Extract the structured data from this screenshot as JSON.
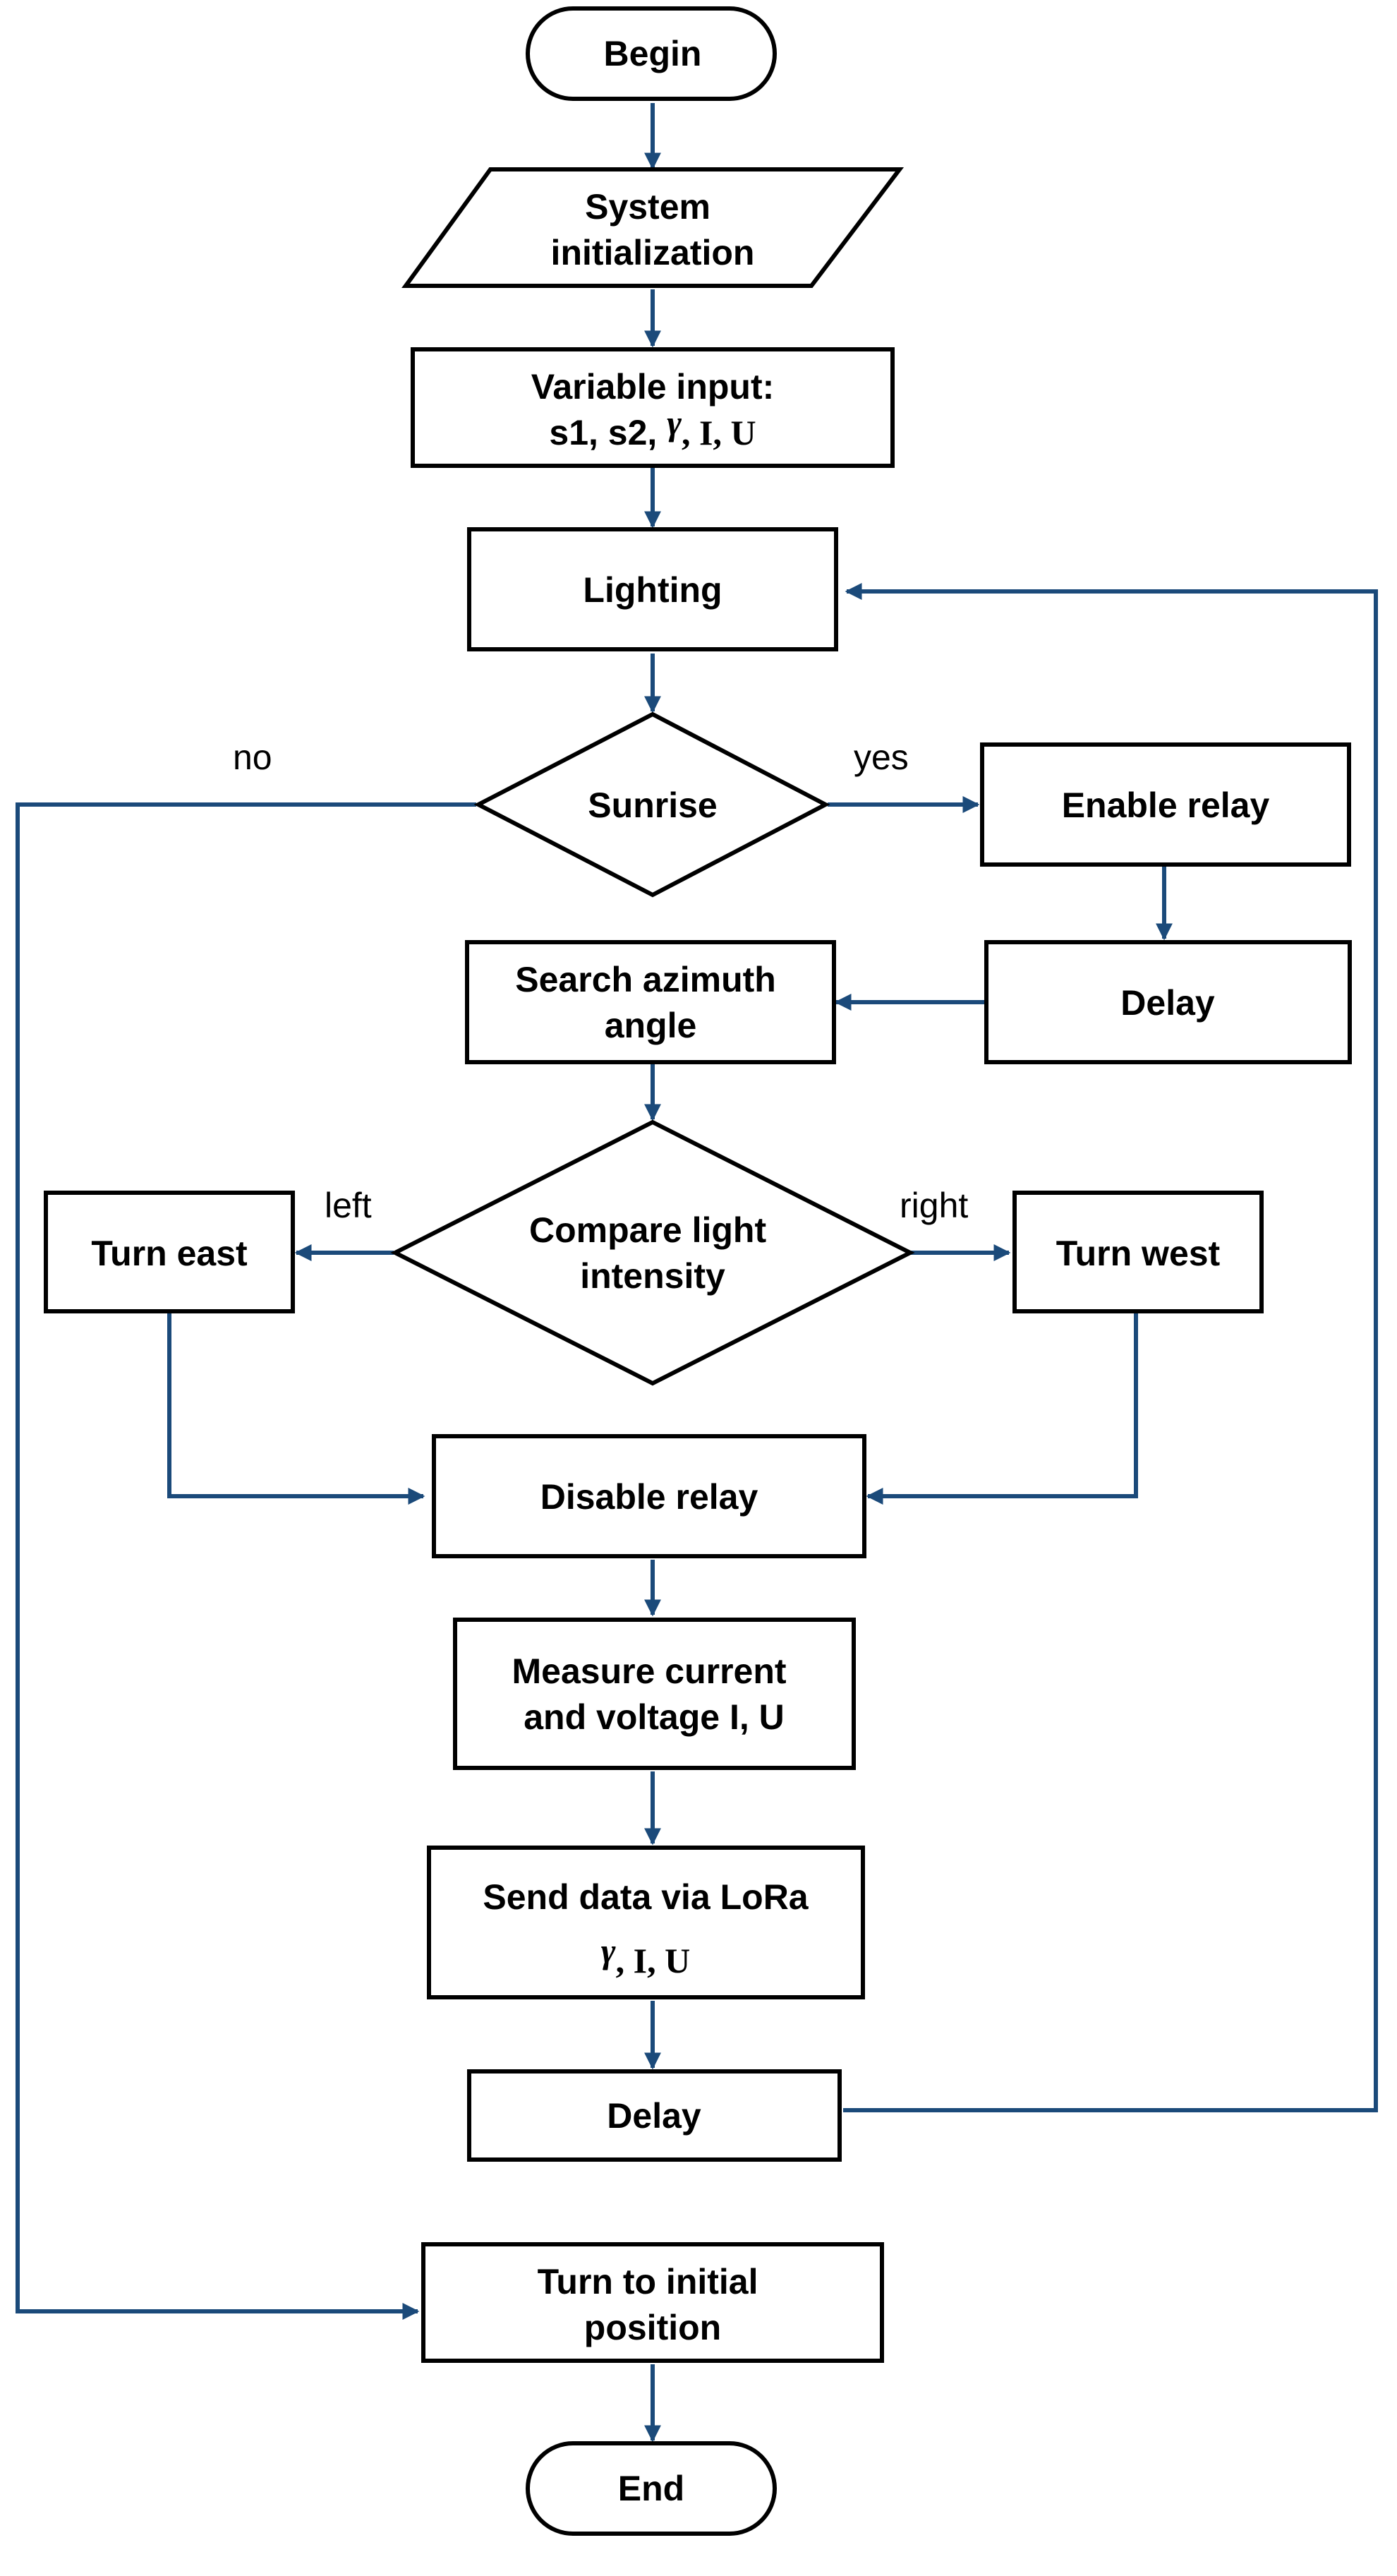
{
  "nodes": {
    "begin": "Begin",
    "system_init": {
      "line1": "System",
      "line2": "initialization"
    },
    "variable_input": {
      "line1": "Variable input:",
      "line2_prefix": "s1, s2, ",
      "gamma": "γ",
      "line2_rest": ", I, U"
    },
    "lighting": "Lighting",
    "sunrise": "Sunrise",
    "enable_relay": "Enable relay",
    "delay_top": "Delay",
    "search_azimuth": {
      "line1": "Search azimuth",
      "line2": "angle"
    },
    "compare_light": {
      "line1": "Compare light",
      "line2": "intensity"
    },
    "turn_east": "Turn east",
    "turn_west": "Turn west",
    "disable_relay": "Disable relay",
    "measure": {
      "line1": "Measure current",
      "line2": "and voltage I, U"
    },
    "send_data": {
      "line1": "Send data via LoRa",
      "gamma": "γ",
      "line2_rest": ", I, U"
    },
    "delay_bottom": "Delay",
    "turn_initial": {
      "line1": "Turn to initial",
      "line2": "position"
    },
    "end": "End"
  },
  "edge_labels": {
    "no": "no",
    "yes": "yes",
    "left": "left",
    "right": "right"
  },
  "colors": {
    "flow_line": "#1b4a7a",
    "shape_border": "#000000",
    "background": "#ffffff"
  }
}
